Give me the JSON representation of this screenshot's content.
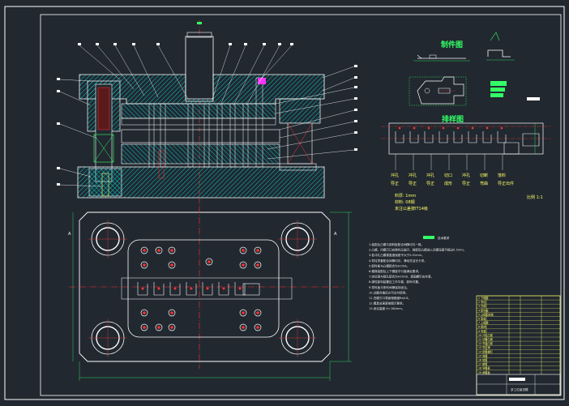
{
  "drawing": {
    "part_view_title": "制件图",
    "strip_layout_title": "排样图",
    "tech_req_title": "技术要求",
    "part_note": {
      "line1": "料厚: 1mm",
      "line2": "材料: 08钢",
      "line3": "未注公差按IT14级"
    },
    "scale_note": "比例 1:1",
    "station_labels": [
      "冲孔",
      "冲孔",
      "冲孔",
      "切口",
      "冲孔",
      "切断",
      "落料"
    ],
    "station_sublabels": [
      "导正",
      "导正",
      "导正",
      "成形",
      "导正",
      "弯曲",
      "导正出件"
    ],
    "tech_requirements": [
      "1.装配后凸模与卸料板配合间隙均匀一致。",
      "2.凸模、凹模刃口应锋利无崩刃，装配后凸模进入凹模深度不超过0.5mm。",
      "3.各冲孔凸模垂直度误差不大于0.01mm。",
      "4.导柱导套配合间隙均匀，滑动灵活无卡滞。",
      "5.卸料板与凸模配合为H7/h6。",
      "6.模具装配后上下模座平行度满足要求。",
      "7.定位销与销孔配合为H7/m6，紧固螺钉应拧紧。",
      "8.弹性卸料装置应工作平稳，卸料可靠。",
      "9.导料板与条料间隙保持适当。",
      "10.试模合格后方可交付使用。",
      "11.凹模刃口表面粗糙度Ra0.8。",
      "12.模具总高度按图示要求。",
      "13.闭合高度 H=180mm。"
    ],
    "view_markers": [
      "A",
      "A"
    ]
  },
  "title_block": {
    "rows": [
      "1 下模座",
      "2 导柱",
      "3 凹模",
      "4 卸料板",
      "5 凸模固定板",
      "6 垫板",
      "7 上模座",
      "8 模柄",
      "9 导套",
      "10 冲孔凸模",
      "11 切断凸模",
      "12 弯曲凸模",
      "13 导正销",
      "14 卸料螺钉",
      "15 弹簧",
      "16 销钉",
      "17 螺钉",
      "18 导料板",
      "19 承料板"
    ],
    "footer_name": "多工位级进模"
  },
  "colors": {
    "background": "#212830",
    "hatch": "#00cccc",
    "centerline": "#ff3333",
    "outline": "#ffffff",
    "dimension": "#33ff66",
    "leader": "#ffffff",
    "title_block_frame": "#ffff66",
    "accent_magenta": "#ff33ff"
  }
}
